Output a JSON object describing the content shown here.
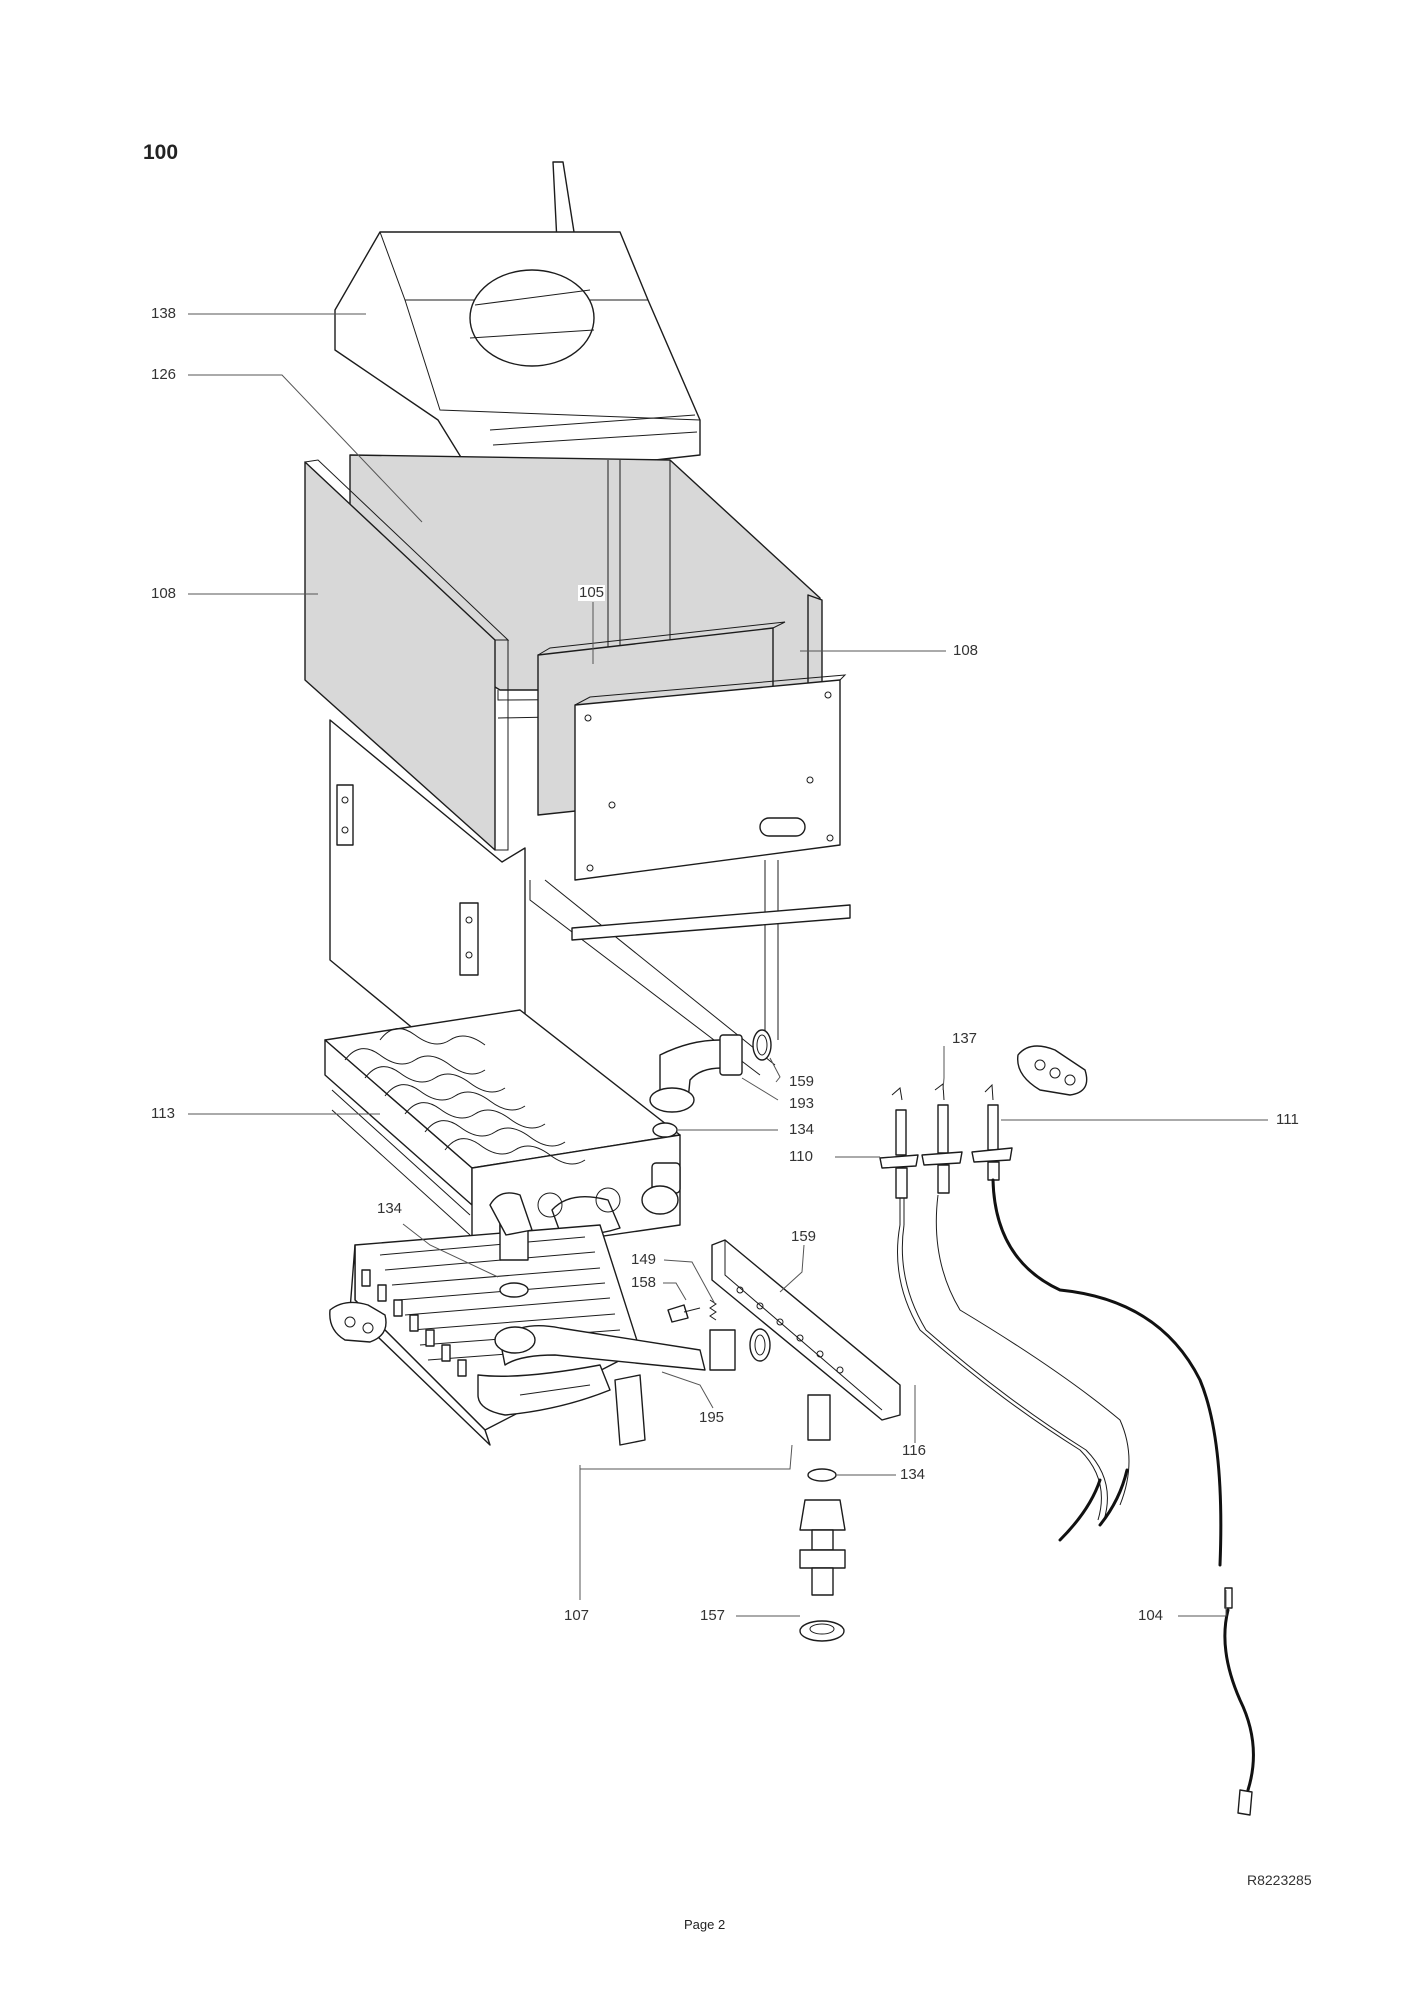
{
  "section_number": "100",
  "drawing_reference": "R8223285",
  "page_label": "Page 2",
  "part_labels": {
    "p138": "138",
    "p126": "126",
    "p108_left": "108",
    "p105": "105",
    "p108_right": "108",
    "p137": "137",
    "p159_top": "159",
    "p193": "193",
    "p111": "111",
    "p113": "113",
    "p134_top": "134",
    "p110": "110",
    "p134_left": "134",
    "p159_mid": "159",
    "p149": "149",
    "p158": "158",
    "p195": "195",
    "p116": "116",
    "p134_bottom": "134",
    "p107": "107",
    "p157": "157",
    "p104": "104"
  }
}
